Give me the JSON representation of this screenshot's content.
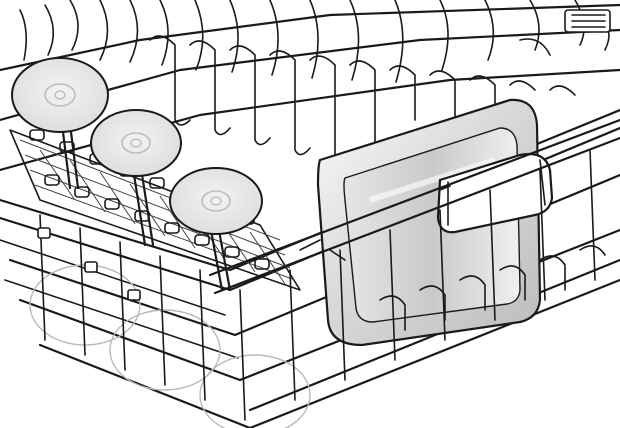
{
  "illustration": {
    "subject": "",
    "colors": {
      "line": "#1a1a1a",
      "background": "#ffffff",
      "plate": "#e9e9e9",
      "plate_ring": "#bdbdbd",
      "pan_outer": "#f2f2f2",
      "pan_inner": "#d4d4d4",
      "glass": "#b9b9b9"
    },
    "parts": [
      "wire-rack",
      "wine-glass",
      "cup-holder-grid",
      "baking-dish",
      "dish-clip"
    ]
  }
}
